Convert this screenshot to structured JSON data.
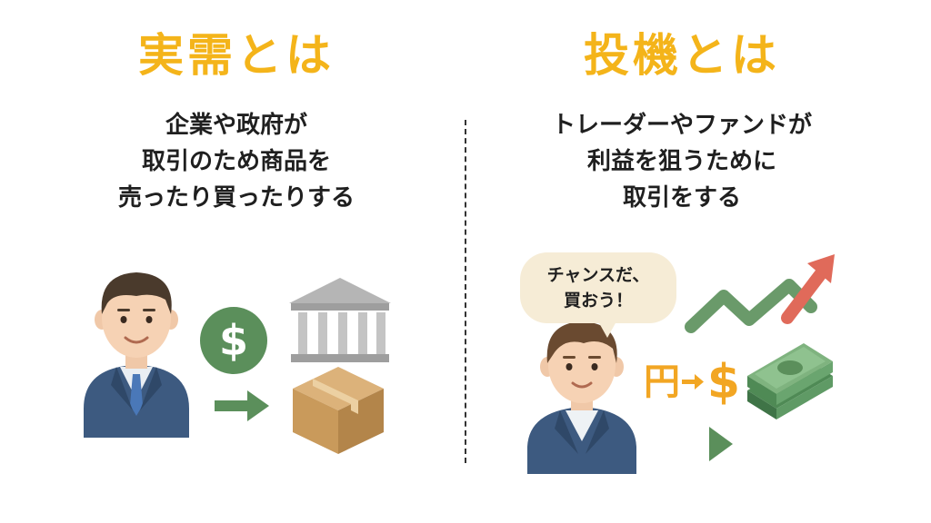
{
  "left": {
    "title": "実需とは",
    "lines": [
      "企業や政府が",
      "取引のため商品を",
      "売ったり買ったりする"
    ],
    "coin_symbol": "$"
  },
  "right": {
    "title": "投機とは",
    "lines": [
      "トレーダーやファンドが",
      "利益を狙うために",
      "取引をする"
    ],
    "bubble_lines": [
      "チャンスだ、",
      "買おう！"
    ],
    "yen_symbol": "円",
    "dollar_symbol": "$"
  },
  "colors": {
    "title": "#f4b41a",
    "suit": "#3d5a80",
    "green": "#5b8f5b",
    "money_green": "#7fb37f",
    "box": "#c99a5b",
    "bank": "#9e9e9e",
    "arrow_red": "#e06a5a",
    "accent_orange": "#f2a623",
    "bubble_bg": "#f6ecd6"
  }
}
